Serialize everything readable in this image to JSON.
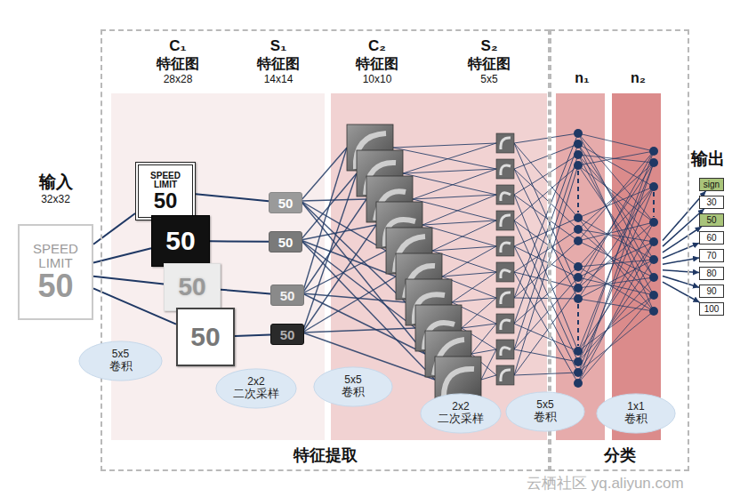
{
  "diagram": {
    "nodes": [
      {
        "text": [
          "输入",
          "32x32",
          "SPEED LIMIT",
          "50"
        ]
      },
      {
        "text": [
          "特征提取"
        ]
      },
      {
        "text": [
          "C₁",
          "特征图",
          "28x28"
        ],
        "in": 1
      },
      {
        "text": [
          "SPEED LIMIT",
          "50"
        ],
        "in": 2
      },
      {
        "text": [
          "50"
        ],
        "in": 2
      },
      {
        "text": [
          "50"
        ],
        "in": 2
      },
      {
        "text": [
          "50"
        ],
        "in": 2
      },
      {
        "text": [
          "S₁",
          "特征图",
          "14x14"
        ],
        "in": 1
      },
      {
        "text": [
          "50"
        ],
        "in": 7
      },
      {
        "text": [
          "50"
        ],
        "in": 7
      },
      {
        "text": [
          "50"
        ],
        "in": 7
      },
      {
        "text": [
          "50"
        ],
        "in": 7
      },
      {
        "text": [
          "C₂",
          "特征图",
          "10x10"
        ],
        "in": 1
      },
      {
        "text": [
          "S₂",
          "特征图",
          "5x5"
        ],
        "in": 1
      },
      {
        "text": [
          "分类"
        ]
      },
      {
        "text": [
          "n₁"
        ],
        "in": 14
      },
      {
        "text": [
          "n₂"
        ],
        "in": 14
      },
      {
        "text": [
          "5x5",
          "卷积"
        ]
      },
      {
        "text": [
          "2x2",
          "二次采样"
        ],
        "in": 1
      },
      {
        "text": [
          "5x5",
          "卷积"
        ],
        "in": 1
      },
      {
        "text": [
          "2x2",
          "二次采样"
        ],
        "in": 1
      },
      {
        "text": [
          "5x5",
          "卷积"
        ]
      },
      {
        "text": [
          "1x1",
          "卷积"
        ],
        "in": 14
      },
      {
        "text": [
          "sign"
        ]
      },
      {
        "text": [
          "30"
        ]
      },
      {
        "text": [
          "50"
        ]
      },
      {
        "text": [
          "60"
        ]
      },
      {
        "text": [
          "70"
        ]
      },
      {
        "text": [
          "80"
        ]
      },
      {
        "text": [
          "90"
        ]
      },
      {
        "text": [
          "100"
        ]
      }
    ],
    "edges": [
      {
        "from": 0,
        "to": 3,
        "arrow": "none"
      },
      {
        "from": 0,
        "to": 4,
        "arrow": "none"
      },
      {
        "from": 0,
        "to": 5,
        "arrow": "none"
      },
      {
        "from": 0,
        "to": 6,
        "arrow": "none"
      },
      {
        "from": 3,
        "to": 8,
        "arrow": "none"
      },
      {
        "from": 4,
        "to": 9,
        "arrow": "none"
      },
      {
        "from": 5,
        "to": 10,
        "arrow": "none"
      },
      {
        "from": 6,
        "to": 11,
        "arrow": "none"
      },
      {
        "from": 16,
        "to": 23,
        "arrow": "to"
      },
      {
        "from": 16,
        "to": 24,
        "arrow": "to"
      },
      {
        "from": 16,
        "to": 25,
        "arrow": "to"
      },
      {
        "from": 16,
        "to": 26,
        "arrow": "to"
      },
      {
        "from": 16,
        "to": 27,
        "arrow": "to"
      },
      {
        "from": 16,
        "to": 28,
        "arrow": "to"
      },
      {
        "from": 16,
        "to": 29,
        "arrow": "to"
      },
      {
        "from": 16,
        "to": 30,
        "arrow": "to"
      }
    ],
    "labels": [
      "输出",
      "云栖社区 yq.aliyun.com"
    ]
  }
}
